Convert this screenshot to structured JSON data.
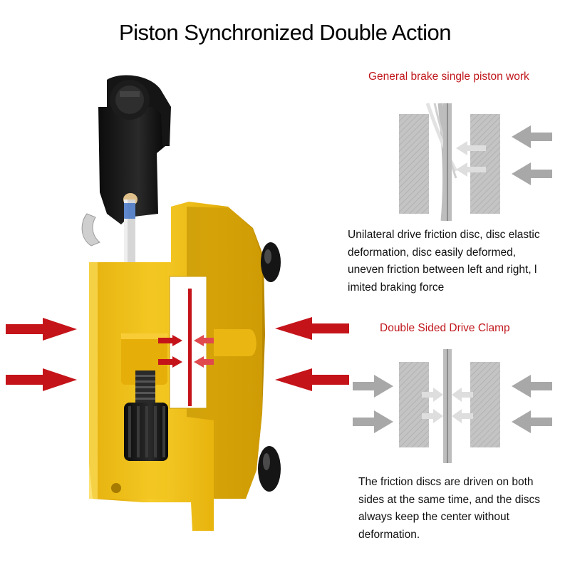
{
  "title": "Piston Synchronized Double Action",
  "single_piston": {
    "caption": "General brake single piston work",
    "description_lines": [
      "Unilateral drive friction disc, disc elastic",
      "deformation, disc easily deformed,",
      "uneven friction between left and right, l",
      "imited braking force"
    ]
  },
  "double_sided": {
    "caption": "Double Sided Drive Clamp",
    "description_lines": [
      "The friction discs are driven on both",
      "sides at the same time, and the discs",
      "always keep the center without",
      "deformation."
    ]
  },
  "colors": {
    "caliper_gold": "#e8b40e",
    "caliper_shadow": "#b98a00",
    "arrow_red": "#c4141a",
    "diagram_gray": "#a8a8a8",
    "caption_red": "#c0161b"
  },
  "icons": [
    "left-arrow-icon",
    "right-arrow-icon"
  ]
}
